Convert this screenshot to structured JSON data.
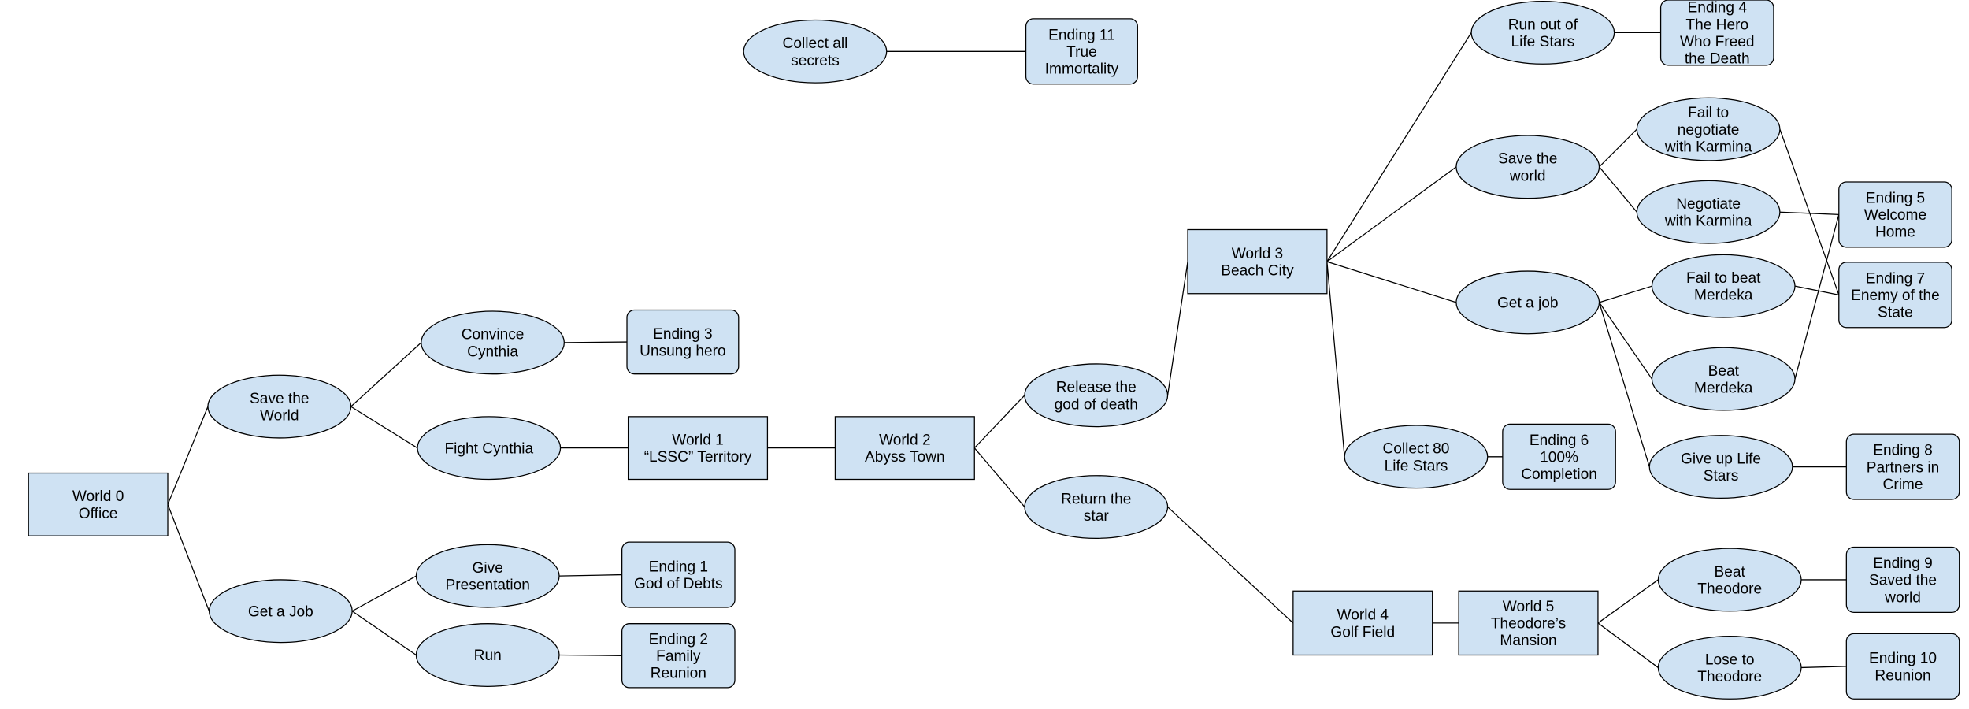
{
  "nodes": {
    "collect_secrets": [
      "Collect all",
      "secrets"
    ],
    "ending11": [
      "Ending 11",
      "True",
      "Immortality"
    ],
    "world0": [
      "World 0",
      "Office"
    ],
    "save_world_0": [
      "Save the",
      "World"
    ],
    "get_job_0": [
      "Get a Job"
    ],
    "convince": [
      "Convince",
      "Cynthia"
    ],
    "fight": [
      "Fight Cynthia"
    ],
    "ending3": [
      "Ending 3",
      "Unsung hero"
    ],
    "world1": [
      "World 1",
      "“LSSC” Territory"
    ],
    "present": [
      "Give",
      "Presentation"
    ],
    "run": [
      "Run"
    ],
    "ending1": [
      "Ending 1",
      "God of Debts"
    ],
    "ending2": [
      "Ending 2",
      "Family",
      "Reunion"
    ],
    "world2": [
      "World 2",
      "Abyss Town"
    ],
    "release": [
      "Release the",
      "god of death"
    ],
    "return_star": [
      "Return the",
      "star"
    ],
    "world3": [
      "World 3",
      "Beach City"
    ],
    "run_out": [
      "Run out of",
      "Life Stars"
    ],
    "ending4": [
      "Ending 4",
      "The Hero",
      "Who Freed",
      "the Death"
    ],
    "save_world_3": [
      "Save the",
      "world"
    ],
    "fail_negotiate": [
      "Fail to",
      "negotiate",
      "with Karmina"
    ],
    "negotiate": [
      "Negotiate",
      "with Karmina"
    ],
    "ending5": [
      "Ending 5",
      "Welcome",
      "Home"
    ],
    "ending7": [
      "Ending 7",
      "Enemy of the",
      "State"
    ],
    "get_job_3": [
      "Get a job"
    ],
    "fail_merdeka": [
      "Fail to beat",
      "Merdeka"
    ],
    "beat_merdeka": [
      "Beat",
      "Merdeka"
    ],
    "give_up": [
      "Give up Life",
      "Stars"
    ],
    "ending8": [
      "Ending 8",
      "Partners in",
      "Crime"
    ],
    "collect80": [
      "Collect 80",
      "Life Stars"
    ],
    "ending6": [
      "Ending 6",
      "100%",
      "Completion"
    ],
    "world4": [
      "World 4",
      "Golf Field"
    ],
    "world5": [
      "World 5",
      "Theodore’s",
      "Mansion"
    ],
    "beat_theodore": [
      "Beat",
      "Theodore"
    ],
    "lose_theodore": [
      "Lose to",
      "Theodore"
    ],
    "ending9": [
      "Ending 9",
      "Saved the",
      "world"
    ],
    "ending10": [
      "Ending 10",
      "Reunion"
    ]
  },
  "colors": {
    "fill": "#cfe2f3",
    "stroke": "#000000"
  }
}
